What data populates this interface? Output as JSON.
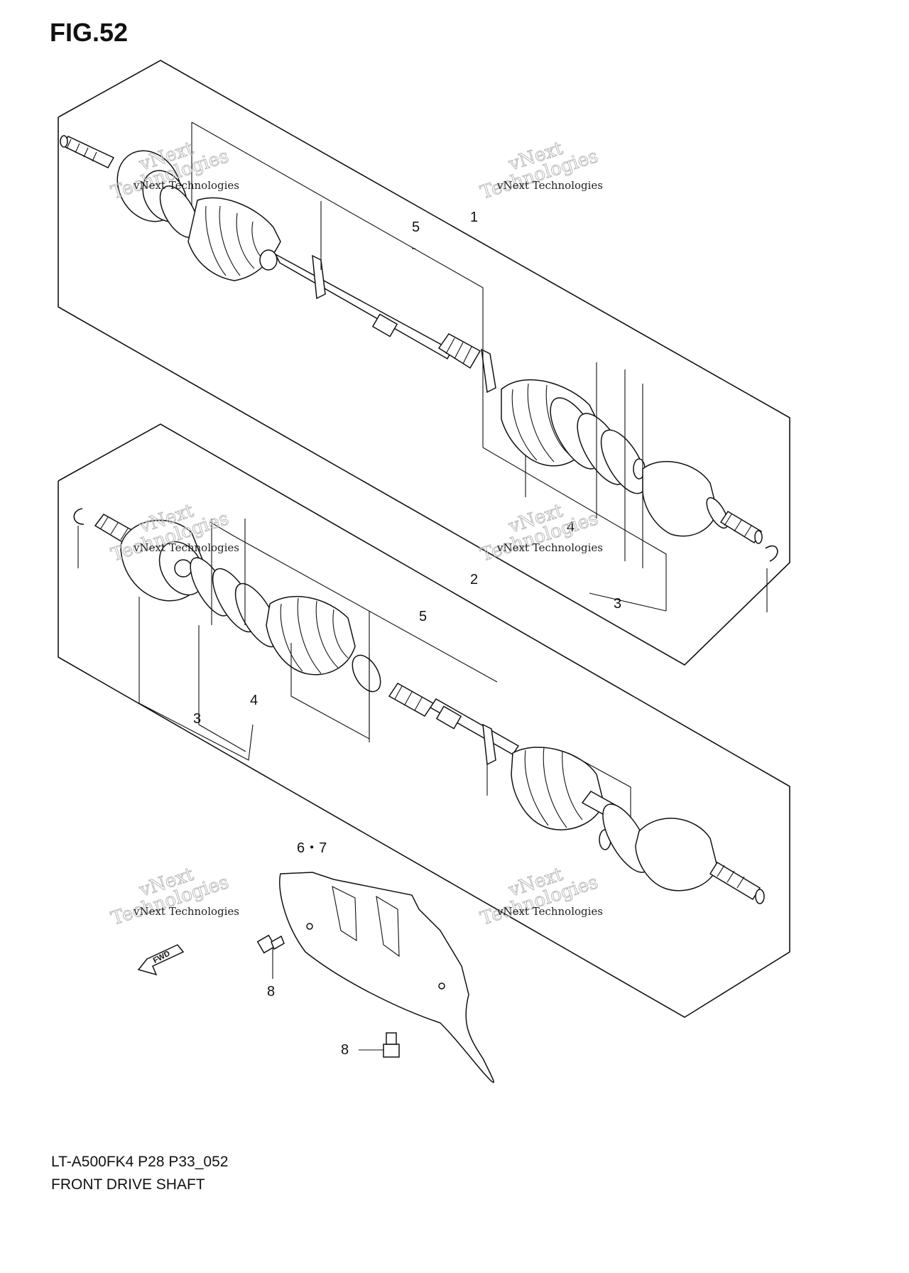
{
  "figure_title": "FIG.52",
  "footer": {
    "model_code": "LT-A500FK4 P28 P33_052",
    "section_name": "FRONT DRIVE SHAFT"
  },
  "callouts": {
    "c1": "1",
    "c2": "2",
    "c3a": "3",
    "c3b": "3",
    "c4a": "4",
    "c4b": "4",
    "c5a": "5",
    "c5b": "5",
    "c67": "6・7",
    "c8a": "8",
    "c8b": "8"
  },
  "direction_badge": "FWD",
  "watermark": {
    "small": "vNext Technologies",
    "large_1": "vNext",
    "large_2": "Technologies"
  }
}
